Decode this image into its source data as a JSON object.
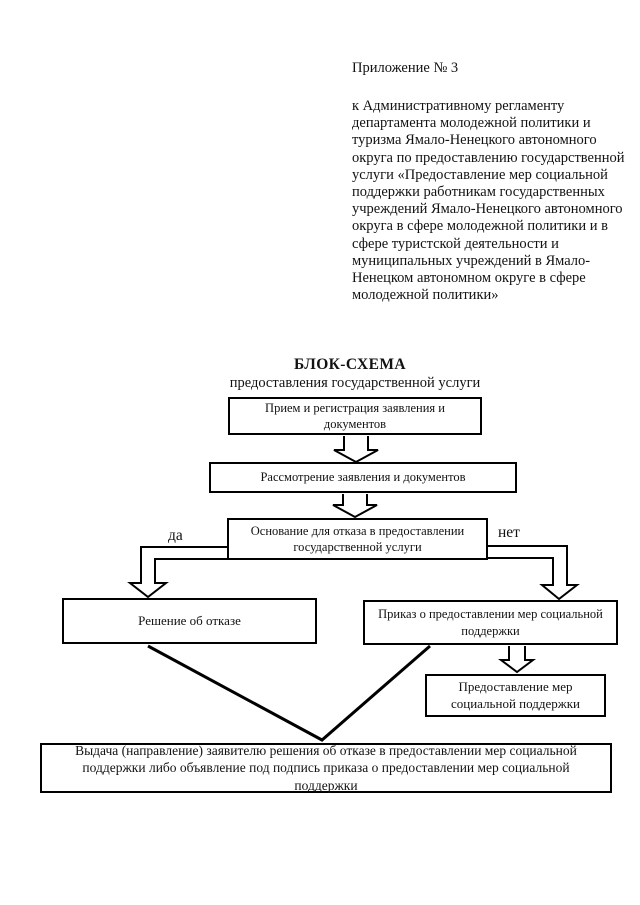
{
  "colors": {
    "ink": "#000000",
    "paper": "#ffffff"
  },
  "header": {
    "appendix": "Приложение № 3",
    "note": "к Административному регламенту департамента молодежной политики и туризма Ямало-Ненецкого автономного округа по предоставлению государственной услуги «Предоставление мер социальной поддержки работникам государственных учреждений Ямало-Ненецкого автономного округа в сфере молодежной политики и в сфере туристской деятельности и муниципальных учреждений в Ямало-Ненецком автономном округе в сфере молодежной политики»"
  },
  "flowchart": {
    "title": "БЛОК-СХЕМА",
    "subtitle": "предоставления государственной услуги",
    "labels": {
      "yes": "да",
      "no": "нет"
    },
    "nodes": {
      "receive": "Прием и регистрация заявления и документов",
      "review": "Рассмотрение заявления и документов",
      "decision": "Основание для отказа в предоставлении государственной услуги",
      "refusal": "Решение об отказе",
      "order": "Приказ о предоставлении мер социальной поддержки",
      "provision": "Предоставление мер социальной поддержки",
      "issuance": "Выдача (направление) заявителю решения об отказе в предоставлении мер социальной поддержки либо объявление под подпись приказа о предоставлении мер социальной поддержки"
    }
  }
}
